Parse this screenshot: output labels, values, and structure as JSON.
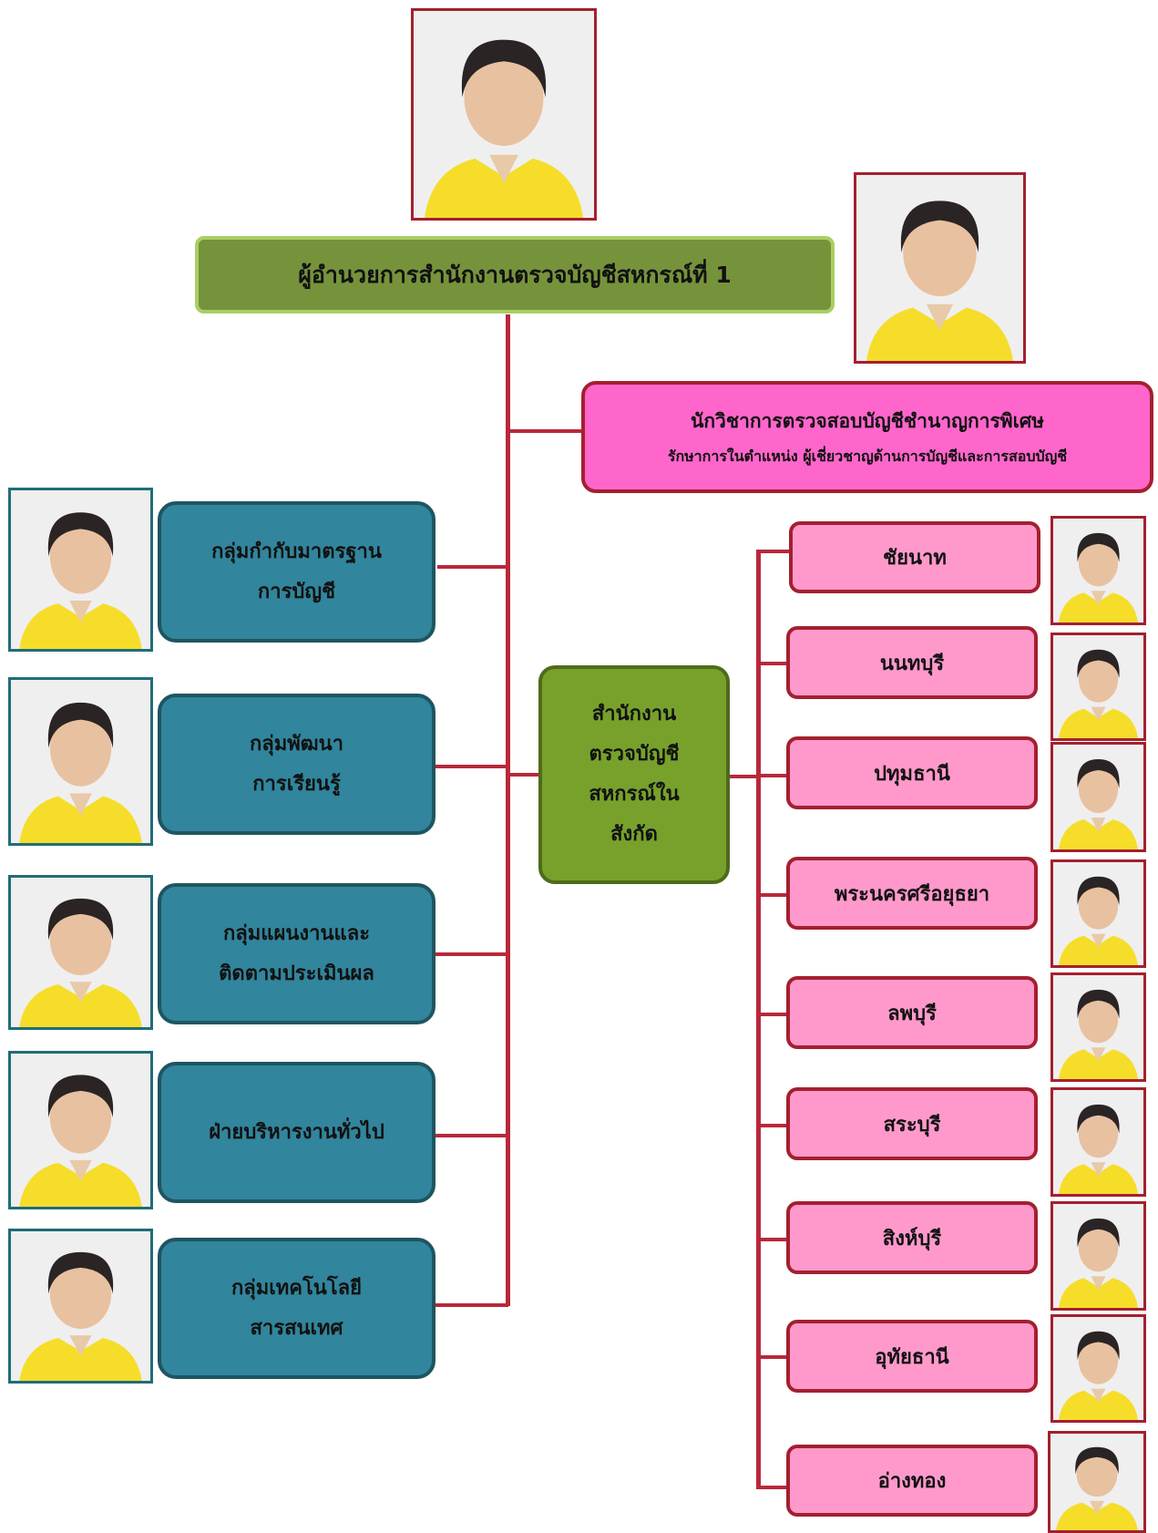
{
  "director": {
    "title": "ผู้อำนวยการสำนักงานตรวจบัญชีสหกรณ์ที่ 1"
  },
  "expert": {
    "title": "นักวิชาการตรวจสอบบัญชีชำนาญการพิเศษ",
    "subtitle": "รักษาการในตำแหน่ง ผู้เชี่ยวชาญด้านการบัญชีและการสอบบัญชี"
  },
  "groups": [
    {
      "line1": "กลุ่มกำกับมาตรฐาน",
      "line2": "การบัญชี"
    },
    {
      "line1": "กลุ่มพัฒนา",
      "line2": "การเรียนรู้"
    },
    {
      "line1": "กลุ่มแผนงานและ",
      "line2": "ติดตามประเมินผล"
    },
    {
      "line1": "ฝ่ายบริหารงานทั่วไป",
      "line2": ""
    },
    {
      "line1": "กลุ่มเทคโนโลยี",
      "line2": "สารสนเทศ"
    }
  ],
  "center": {
    "lines": [
      "สำนักงาน",
      "ตรวจบัญชี",
      "สหกรณ์ใน",
      "สังกัด"
    ]
  },
  "provinces": [
    "ชัยนาท",
    "นนทบุรี",
    "ปทุมธานี",
    "พระนครศรีอยุธยา",
    "ลพบุรี",
    "สระบุรี",
    "สิงห์บุรี",
    "อุทัยธานี",
    "อ่างทอง"
  ],
  "colors": {
    "line": "#b8283a",
    "director_box": "#76933c",
    "expert_box": "#ff66cc",
    "group_box": "#31859c",
    "center_box": "#77a12b",
    "province_box": "#ff99cc",
    "shirt": "#f6dd2a"
  }
}
